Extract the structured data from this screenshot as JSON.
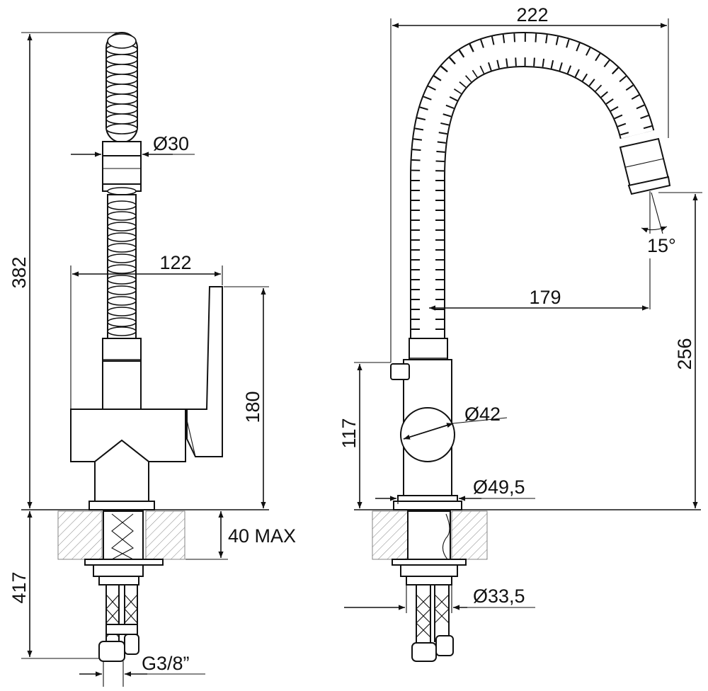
{
  "dimensions": {
    "height_total": "382",
    "diameter_hose": "Ø30",
    "handle_width": "122",
    "body_height": "180",
    "counter_thickness": "40 MAX",
    "below_counter": "417",
    "thread": "G3/8”",
    "reach": "222",
    "spray_angle": "15°",
    "outlet_reach": "179",
    "outlet_height": "256",
    "handle_height": "117",
    "diameter_handle": "Ø42",
    "diameter_base": "Ø49,5",
    "diameter_shank": "Ø33,5"
  }
}
